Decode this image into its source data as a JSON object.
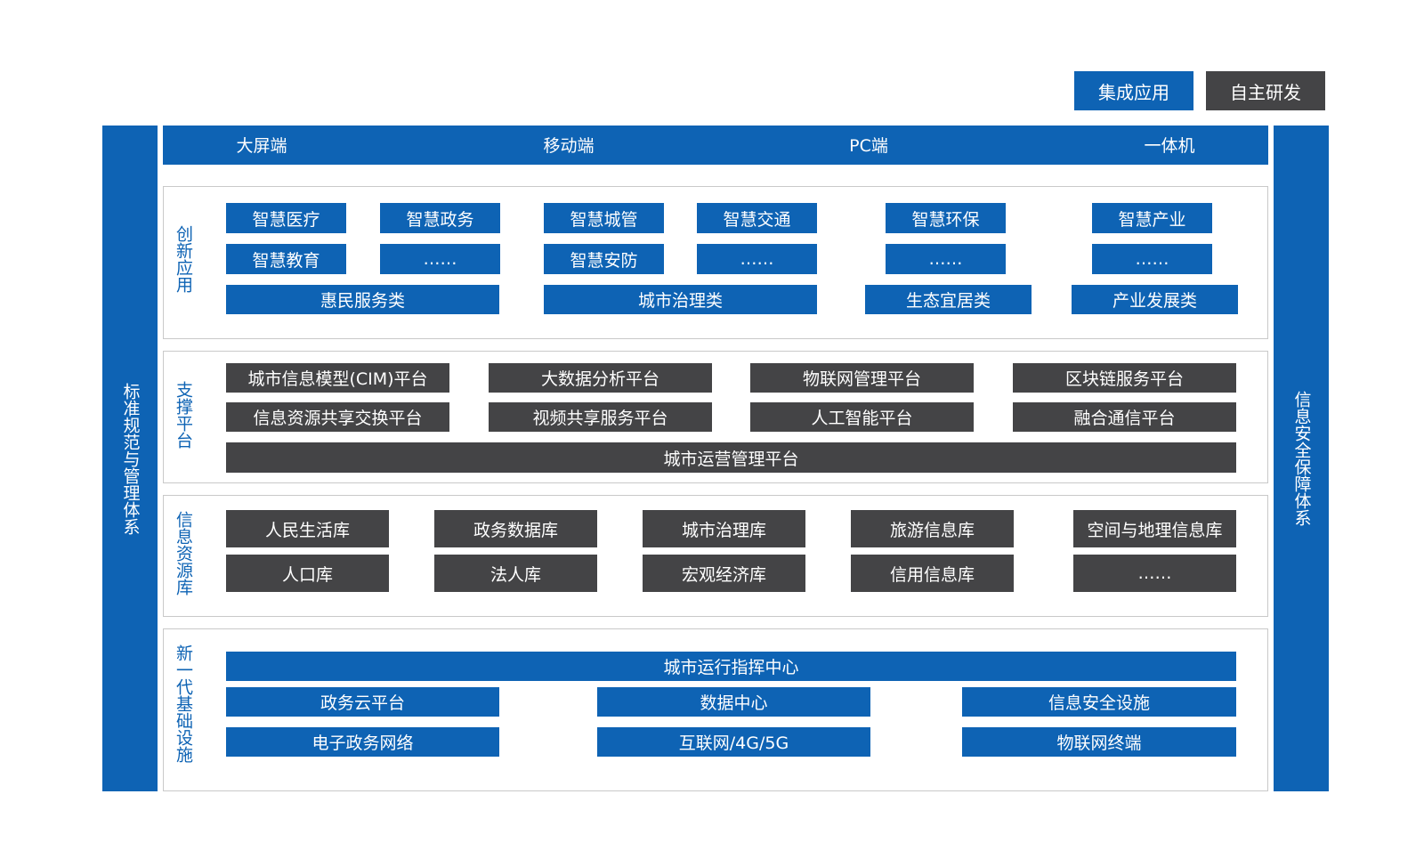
{
  "legend": {
    "integrated": "集成应用",
    "self_developed": "自主研发"
  },
  "left_pillar": "标准规范与管理体系",
  "right_pillar": "信息安全保障体系",
  "terminals": [
    "大屏端",
    "移动端",
    "PC端",
    "一体机"
  ],
  "innovation": {
    "label": "创新应用",
    "apps": [
      "智慧医疗",
      "智慧政务",
      "智慧城管",
      "智慧交通",
      "智慧环保",
      "智慧产业",
      "智慧教育",
      "……",
      "智慧安防",
      "……",
      "……",
      "……"
    ],
    "categories": [
      "惠民服务类",
      "城市治理类",
      "生态宜居类",
      "产业发展类"
    ]
  },
  "support": {
    "label": "支撑平台",
    "platforms": [
      "城市信息模型(CIM)平台",
      "大数据分析平台",
      "物联网管理平台",
      "区块链服务平台",
      "信息资源共享交换平台",
      "视频共享服务平台",
      "人工智能平台",
      "融合通信平台"
    ],
    "operation": "城市运营管理平台"
  },
  "resources": {
    "label": "信息资源库",
    "dbs": [
      "人民生活库",
      "政务数据库",
      "城市治理库",
      "旅游信息库",
      "空间与地理信息库",
      "人口库",
      "法人库",
      "宏观经济库",
      "信用信息库",
      "……"
    ]
  },
  "infrastructure": {
    "label": "新一代基础设施",
    "command": "城市运行指挥中心",
    "items": [
      "政务云平台",
      "数据中心",
      "信息安全设施",
      "电子政务网络",
      "互联网/4G/5G",
      "物联网终端"
    ]
  }
}
